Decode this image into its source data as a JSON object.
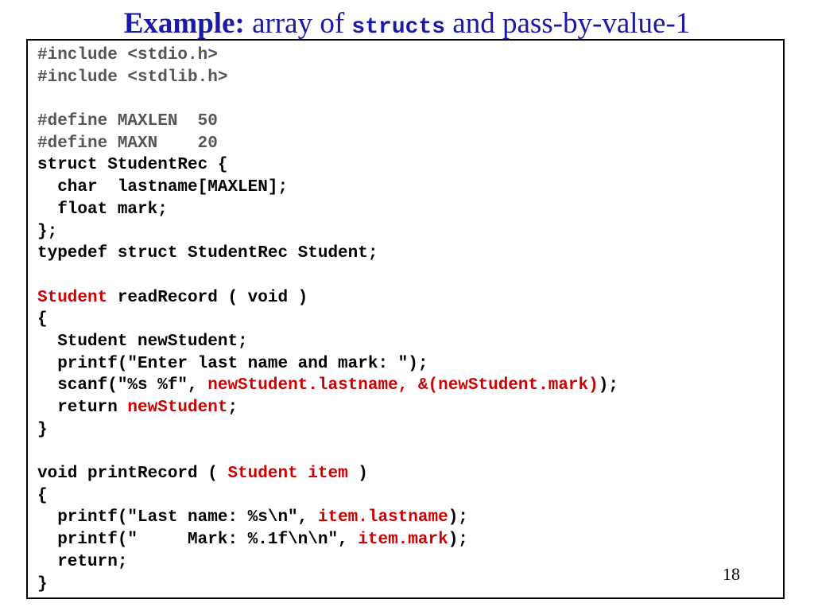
{
  "title": {
    "bold": "Example:",
    "before_code": " array of ",
    "code": "structs",
    "after_code": " and pass-by-value-1"
  },
  "colors": {
    "title": "#1a1aa6",
    "highlight": "#cc0000",
    "preprocessor": "#555555",
    "text": "#000000"
  },
  "code_lines": [
    [
      {
        "t": "#include <stdio.h>",
        "c": "gray"
      }
    ],
    [
      {
        "t": "#include <stdlib.h>",
        "c": "gray"
      }
    ],
    [],
    [
      {
        "t": "#define MAXLEN  50",
        "c": "gray"
      }
    ],
    [
      {
        "t": "#define MAXN    20",
        "c": "gray"
      }
    ],
    [
      {
        "t": "struct StudentRec {",
        "c": ""
      }
    ],
    [
      {
        "t": "  char  lastname[MAXLEN];",
        "c": ""
      }
    ],
    [
      {
        "t": "  float mark;",
        "c": ""
      }
    ],
    [
      {
        "t": "};",
        "c": ""
      }
    ],
    [
      {
        "t": "typedef struct StudentRec Student;",
        "c": ""
      }
    ],
    [],
    [
      {
        "t": "Student",
        "c": "red"
      },
      {
        "t": " readRecord ( void )",
        "c": ""
      }
    ],
    [
      {
        "t": "{",
        "c": ""
      }
    ],
    [
      {
        "t": "  Student newStudent;",
        "c": ""
      }
    ],
    [
      {
        "t": "  printf(\"Enter last name and mark: \");",
        "c": ""
      }
    ],
    [
      {
        "t": "  scanf(\"%s %f\", ",
        "c": ""
      },
      {
        "t": "newStudent.lastname, &(newStudent.mark)",
        "c": "red"
      },
      {
        "t": ");",
        "c": ""
      }
    ],
    [
      {
        "t": "  return ",
        "c": ""
      },
      {
        "t": "newStudent",
        "c": "red"
      },
      {
        "t": ";",
        "c": ""
      }
    ],
    [
      {
        "t": "}",
        "c": ""
      }
    ],
    [],
    [
      {
        "t": "void printRecord ( ",
        "c": ""
      },
      {
        "t": "Student item",
        "c": "red"
      },
      {
        "t": " )",
        "c": ""
      }
    ],
    [
      {
        "t": "{",
        "c": ""
      }
    ],
    [
      {
        "t": "  printf(\"Last name: %s\\n\", ",
        "c": ""
      },
      {
        "t": "item.lastname",
        "c": "red"
      },
      {
        "t": ");",
        "c": ""
      }
    ],
    [
      {
        "t": "  printf(\"     Mark: %.1f\\n\\n\", ",
        "c": ""
      },
      {
        "t": "item.mark",
        "c": "red"
      },
      {
        "t": ");",
        "c": ""
      }
    ],
    [
      {
        "t": "  return;",
        "c": ""
      }
    ],
    [
      {
        "t": "}",
        "c": ""
      }
    ]
  ],
  "page_number": "18"
}
